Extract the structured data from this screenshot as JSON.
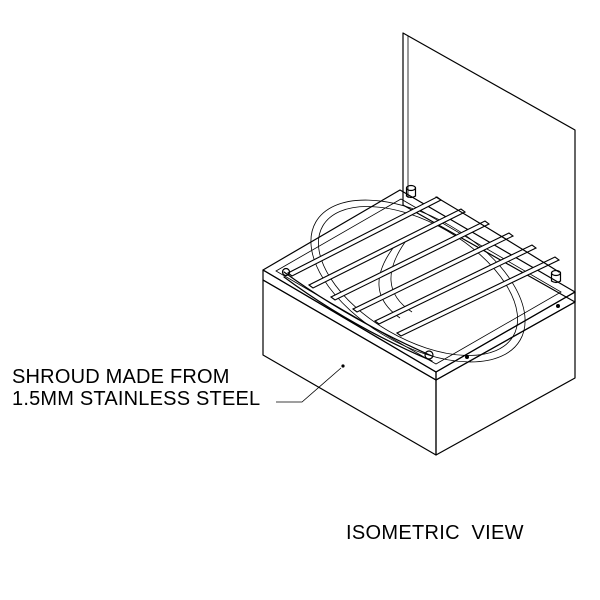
{
  "annotation": {
    "line1": "SHROUD MADE FROM",
    "line2": "1.5MM STAINLESS STEEL"
  },
  "view_label": "ISOMETRIC  VIEW"
}
